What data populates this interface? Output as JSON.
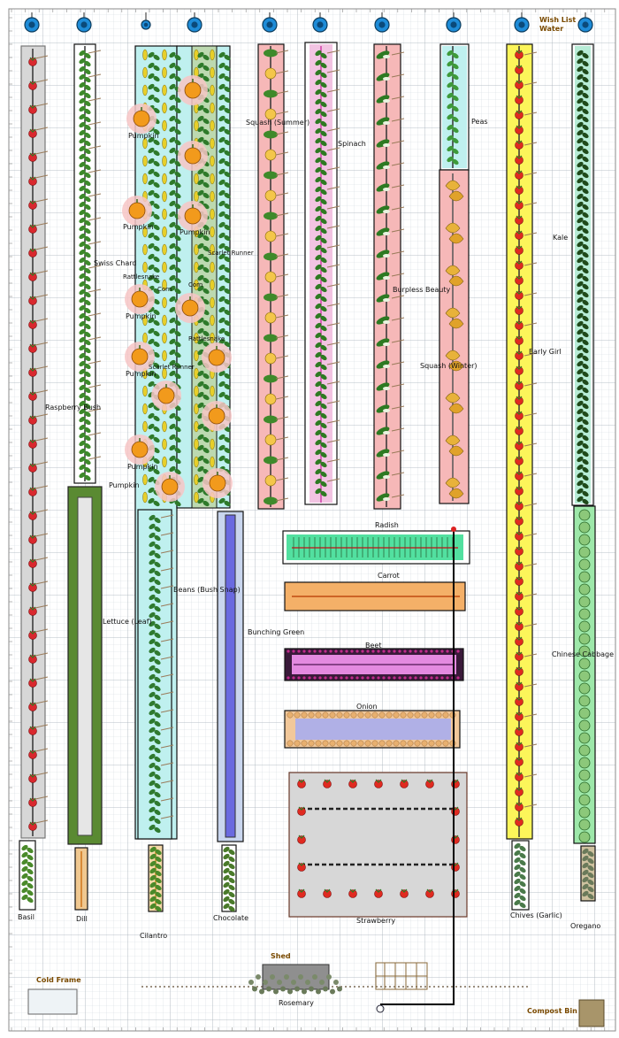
{
  "legend": {
    "wishlist": "Wish List",
    "water": "Water"
  },
  "rows": [
    {
      "name": "raspberry-row",
      "label": "Raspberry Bush"
    },
    {
      "name": "swiss-chard-row",
      "label": "Swiss Chard"
    },
    {
      "name": "pumpkin-row",
      "label": "Pumpkin"
    },
    {
      "name": "squash-summer-row",
      "label": "Squash (Summer)"
    },
    {
      "name": "spinach-row",
      "label": "Spinach"
    },
    {
      "name": "burpless-beauty-row",
      "label": "Burpless Beauty"
    },
    {
      "name": "peas-row",
      "label": "Peas"
    },
    {
      "name": "squash-winter-row",
      "label": "Squash (Winter)"
    },
    {
      "name": "early-girl-row",
      "label": "Early Girl"
    },
    {
      "name": "kale-row",
      "label": "Kale"
    },
    {
      "name": "chinese-cabbage-row",
      "label": "Chinese Cabbage"
    },
    {
      "name": "lettuce-row",
      "label": "Lettuce (Leaf)"
    },
    {
      "name": "beans-row",
      "label": "Beans (Bush Snap)"
    },
    {
      "name": "bunching-green-row",
      "label": "Bunching Green"
    },
    {
      "name": "radish-row",
      "label": "Radish"
    },
    {
      "name": "carrot-row",
      "label": "Carrot"
    },
    {
      "name": "beet-row",
      "label": "Beet"
    },
    {
      "name": "onion-row",
      "label": "Onion"
    },
    {
      "name": "strawberry-bed",
      "label": "Strawberry"
    },
    {
      "name": "basil-row",
      "label": "Basil"
    },
    {
      "name": "dill-row",
      "label": "Dill"
    },
    {
      "name": "cilantro-row",
      "label": "Cilantro"
    },
    {
      "name": "chocolate-row",
      "label": "Chocolate"
    },
    {
      "name": "chives-row",
      "label": "Chives (Garlic)"
    },
    {
      "name": "oregano-row",
      "label": "Oregano"
    },
    {
      "name": "rosemary-row",
      "label": "Rosemary"
    }
  ],
  "extra_labels": {
    "pumpkin": "Pumpkin",
    "corn": "Corn",
    "rattlesnake": "Rattlesnake",
    "scarlet_runner": "Scarlet Runner"
  },
  "structures": {
    "shed": "Shed",
    "cold_frame": "Cold Frame",
    "compost_bin": "Compost Bin"
  },
  "colors": {
    "grid": "#cfd6dc",
    "grid_major": "#aeb8c0",
    "water_line": "#000000",
    "raspberry": "#d9282e",
    "leaf": "#3d8a2a",
    "pumpkin": "#f29a1c",
    "squash_summer": "#f4c64a",
    "tomato": "#e02a20",
    "pink_bg": "#f6b8b8",
    "cyan_bg": "#bff0ef",
    "yellow_bg": "#fcf55a",
    "grey_bg": "#d7d7d7"
  }
}
